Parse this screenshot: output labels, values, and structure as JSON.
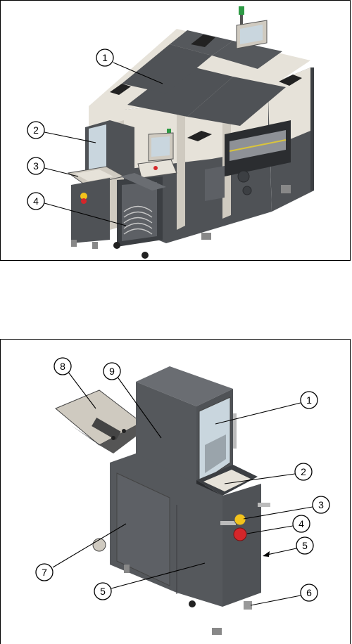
{
  "top_callouts": [
    {
      "id": "1",
      "label": "1"
    },
    {
      "id": "2",
      "label": "2"
    },
    {
      "id": "3",
      "label": "3"
    },
    {
      "id": "4",
      "label": "4"
    }
  ],
  "bottom_callouts": [
    {
      "id": "1",
      "label": "1"
    },
    {
      "id": "2",
      "label": "2"
    },
    {
      "id": "3",
      "label": "3"
    },
    {
      "id": "4",
      "label": "4"
    },
    {
      "id": "5a",
      "label": "5"
    },
    {
      "id": "5b",
      "label": "5"
    },
    {
      "id": "6",
      "label": "6"
    },
    {
      "id": "7",
      "label": "7"
    },
    {
      "id": "8",
      "label": "8"
    },
    {
      "id": "9",
      "label": "9"
    }
  ],
  "colors": {
    "machine_light": "#e6e2d9",
    "machine_mid": "#cfcac0",
    "machine_dark": "#4f5256",
    "machine_darker": "#3c3f43",
    "cover_dark": "#55585c",
    "glass": "#c9d6de",
    "emergency_red": "#d4262a",
    "emergency_yellow": "#f2c21b",
    "beacon_green": "#2e9a45"
  }
}
